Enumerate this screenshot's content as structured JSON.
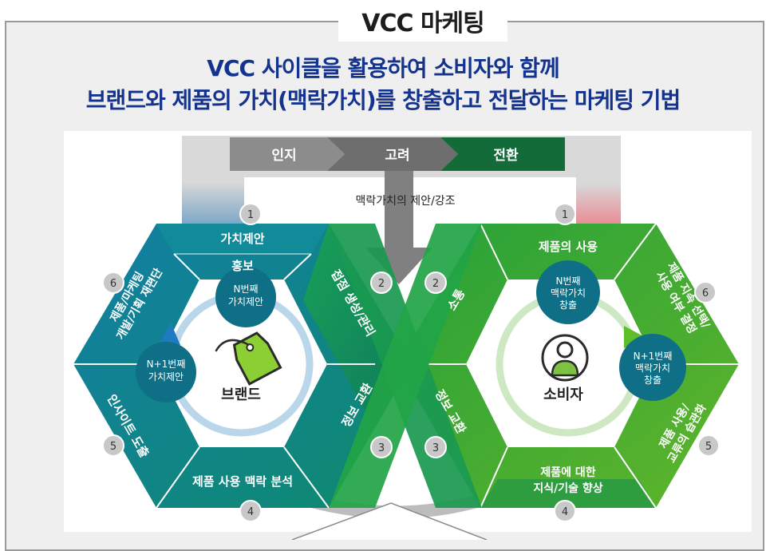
{
  "title": "VCC 마케팅",
  "headline": {
    "line1": "VCC 사이클을 활용하여 소비자와 함께",
    "line2": "브랜드와 제품의 가치(맥락가치)를 창출하고 전달하는 마케팅 기법"
  },
  "stages": [
    "인지",
    "고려",
    "전환"
  ],
  "center_label": "맥락가치의 제안/강조",
  "brand": {
    "name": "브랜드",
    "top_label_1": "가치제안",
    "top_label_2": "홍보",
    "right_label": "접점 생성/관리",
    "lower_right_label": "정보 교환",
    "bottom_label": "제품 사용 맥락 분석",
    "lower_left_label": "인사이트 도출",
    "upper_left_label": "제품/마케팅 개발/기획 재편단",
    "circle_n": "N번째 가치제안",
    "circle_n1": "N+1번째 가치제안"
  },
  "consumer": {
    "name": "소비자",
    "top_label": "제품의 사용",
    "left_label": "소통",
    "lower_left_label": "정보 교환",
    "bottom_label": "제품에 대한 지식/기술 향상",
    "lower_right_label": "제품 사용/ 교류의 습관화",
    "upper_right_label": "제품 지속 선택/ 사용 여부 결정",
    "circle_n": "N번째 맥락가치 창출",
    "circle_n1": "N+1번째 맥락가치 창출"
  },
  "numbers": {
    "brand_top": "1",
    "brand_right": "2",
    "brand_lower_right": "3",
    "brand_bottom": "4",
    "brand_lower_left": "5",
    "brand_upper_left": "6",
    "consumer_top": "1",
    "consumer_left": "2",
    "consumer_lower_left": "3",
    "consumer_bottom": "4",
    "consumer_lower_right": "5",
    "consumer_upper_right": "6"
  },
  "colors": {
    "title_blue": "#14338f",
    "brand_teal": "#0f7e96",
    "consumer_green": "#2ea83a",
    "stage_dark_green": "#146b3a"
  },
  "icons": [
    "tag-icon",
    "person-icon",
    "cycle-arrow-icon"
  ]
}
